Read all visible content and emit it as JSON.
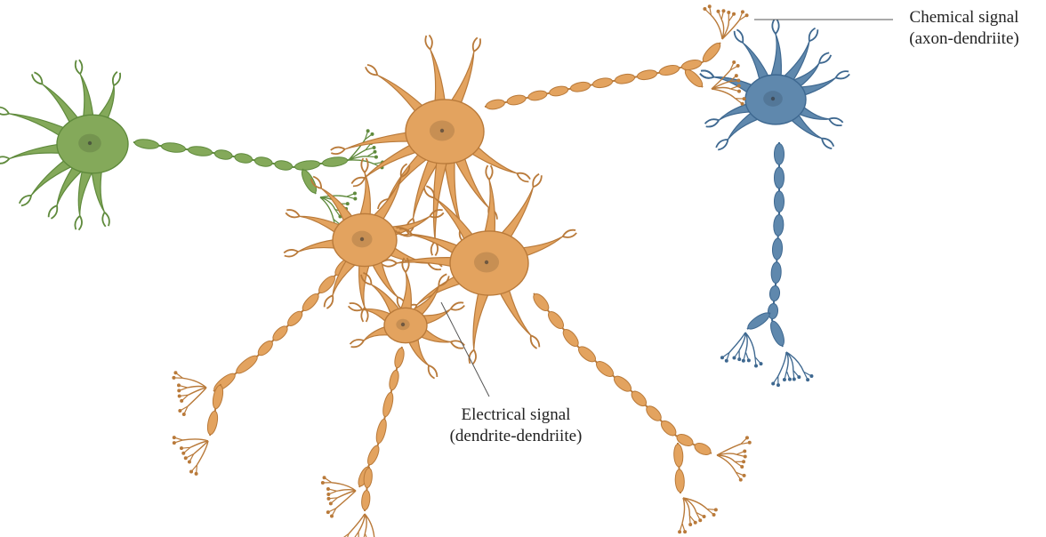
{
  "labels": {
    "chemical": {
      "line1": "Chemical signal",
      "line2": "(axon-dendriite)"
    },
    "electrical": {
      "line1": "Electrical signal",
      "line2": "(dendrite-dendriite)"
    }
  },
  "neurons": [
    {
      "id": "green-neuron",
      "color": "#84a95a",
      "outline": "#5f8a3c"
    },
    {
      "id": "orange-neuron-top",
      "color": "#e3a35f",
      "outline": "#b97a3a"
    },
    {
      "id": "orange-neuron-left",
      "color": "#e3a35f",
      "outline": "#b97a3a"
    },
    {
      "id": "orange-neuron-right",
      "color": "#e3a35f",
      "outline": "#b97a3a"
    },
    {
      "id": "orange-neuron-small",
      "color": "#e3a35f",
      "outline": "#b97a3a"
    },
    {
      "id": "blue-neuron",
      "color": "#5f88ad",
      "outline": "#3e6890"
    }
  ],
  "colors": {
    "green": "#84a95a",
    "orange": "#e3a35f",
    "blue": "#5f88ad",
    "leader_line": "#555555"
  }
}
